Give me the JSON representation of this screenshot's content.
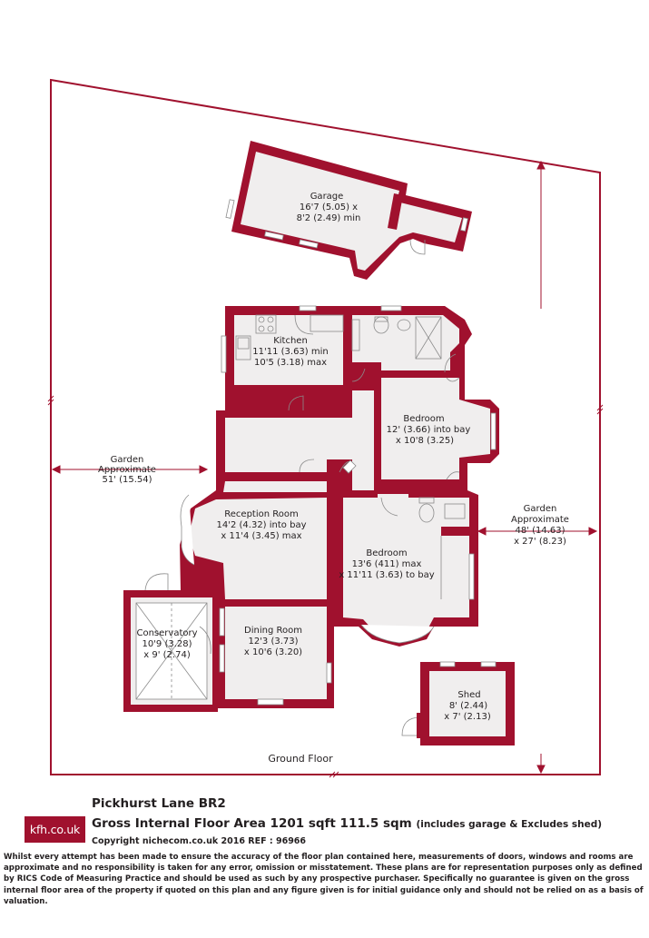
{
  "floor_label": "Ground Floor",
  "rooms": {
    "garage": {
      "name": "Garage",
      "dim1": "16'7 (5.05) x",
      "dim2": "8'2 (2.49) min"
    },
    "kitchen": {
      "name": "Kitchen",
      "dim1": "11'11 (3.63) min",
      "dim2": "10'5 (3.18) max"
    },
    "bedroom1": {
      "name": "Bedroom",
      "dim1": "12' (3.66) into bay",
      "dim2": "x 10'8 (3.25)"
    },
    "reception": {
      "name": "Reception Room",
      "dim1": "14'2 (4.32) into bay",
      "dim2": "x 11'4 (3.45) max"
    },
    "bedroom2": {
      "name": "Bedroom",
      "dim1": "13'6 (411) max",
      "dim2": "x 11'11 (3.63) to bay"
    },
    "conservatory": {
      "name": "Conservatory",
      "dim1": "10'9 (3.28)",
      "dim2": "x 9' (2.74)"
    },
    "dining": {
      "name": "Dining Room",
      "dim1": "12'3 (3.73)",
      "dim2": "x 10'6 (3.20)"
    },
    "shed": {
      "name": "Shed",
      "dim1": "8' (2.44)",
      "dim2": "x 7' (2.13)"
    }
  },
  "gardens": {
    "left": {
      "line1": "Garden",
      "line2": "Approximate",
      "line3": "51' (15.54)"
    },
    "right": {
      "line1": "Garden",
      "line2": "Approximate",
      "line3": "48' (14.63)",
      "line4": "x 27' (8.23)"
    }
  },
  "footer": {
    "logo": "kfh.co.uk",
    "address": "Pickhurst Lane  BR2",
    "area": "Gross Internal Floor Area 1201 sqft 111.5 sqm",
    "area_note": "(includes garage & Excludes shed)",
    "copyright": "Copyright nichecom.co.uk 2016 REF : 96966",
    "disclaimer": "Whilst every attempt has been made to ensure the accuracy of the floor plan contained here, measurements of doors, windows and rooms are approximate and no responsibility is taken for any error, omission or misstatement.  These plans are for representation purposes only as defined by RICS Code of Measuring Practice and should be used as such by any prospective purchaser.  Specifically no guarantee is given on the gross internal floor area of the property if quoted on this plan and any figure given is for initial guidance only and should not be relied on as a basis of valuation."
  },
  "colors": {
    "wall": "#a0112e",
    "room": "#f0eeee",
    "text": "#231f20"
  }
}
